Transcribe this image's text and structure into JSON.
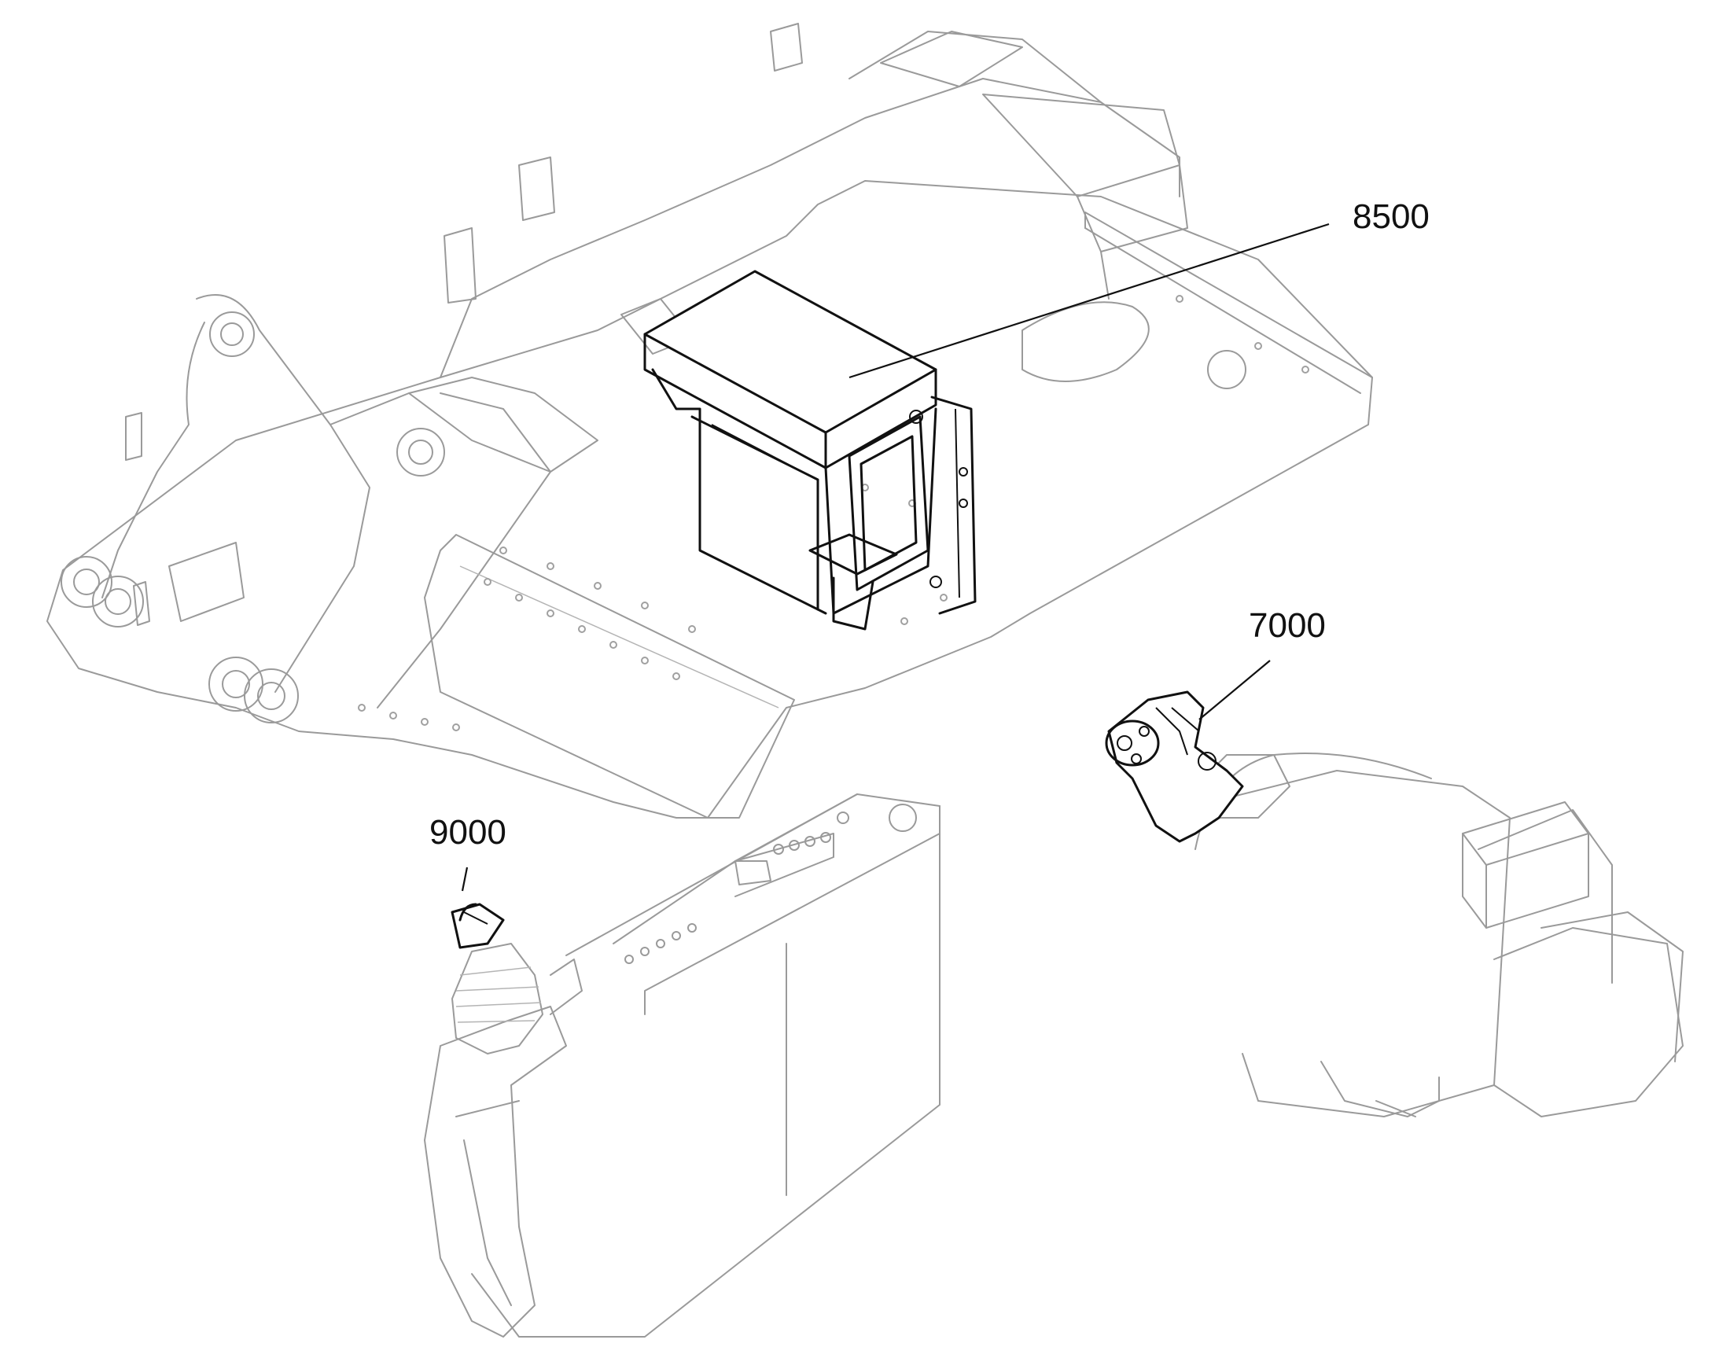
{
  "diagram": {
    "callouts": [
      {
        "id": "frame-cabinet",
        "label": "8500"
      },
      {
        "id": "motor",
        "label": "7000"
      },
      {
        "id": "control-console",
        "label": "9000"
      }
    ]
  },
  "colors": {
    "faded_line": "#9a9a9a",
    "highlight_line": "#111111",
    "background": "#ffffff"
  }
}
